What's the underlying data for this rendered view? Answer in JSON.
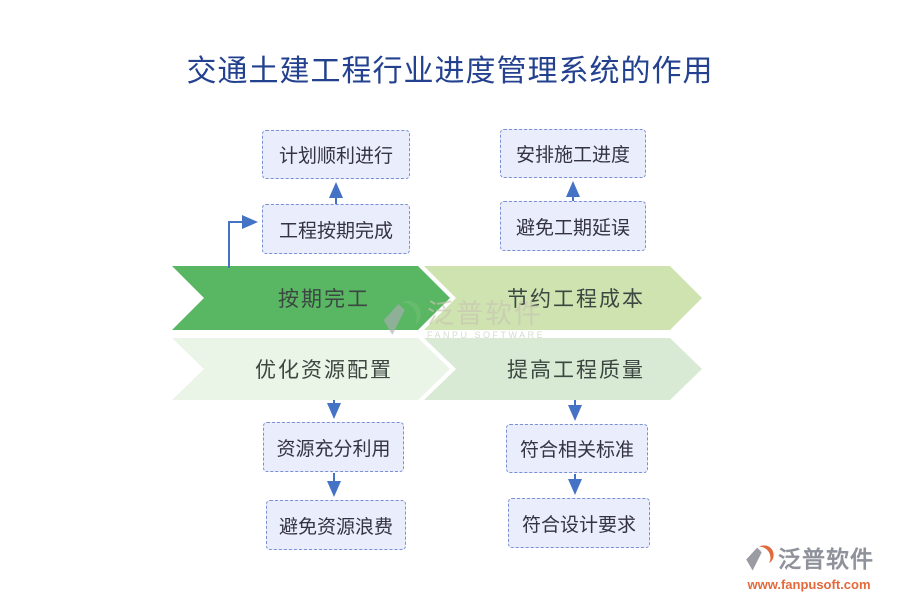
{
  "title": "交通土建工程行业进度管理系统的作用",
  "flow": {
    "top_left": {
      "box1": "计划顺利进行",
      "box2": "工程按期完成"
    },
    "top_right": {
      "box1": "安排施工进度",
      "box2": "避免工期延误"
    },
    "bottom_left": {
      "box1": "资源充分利用",
      "box2": "避免资源浪费"
    },
    "bottom_right": {
      "box1": "符合相关标准",
      "box2": "符合设计要求"
    }
  },
  "chevrons": {
    "on_time": {
      "label": "按期完工",
      "color": "#59b663"
    },
    "save_cost": {
      "label": "节约工程成本",
      "color": "#cee3b0"
    },
    "optimize_resource": {
      "label": "优化资源配置",
      "color": "#eaf4e7"
    },
    "improve_quality": {
      "label": "提高工程质量",
      "color": "#d8ead3"
    }
  },
  "watermark_center": {
    "brand": "泛普软件",
    "brand_en": "FANPU SOFTWARE"
  },
  "watermark_corner": {
    "brand": "泛普软件",
    "website": "www.fanpusoft.com"
  },
  "colors": {
    "title_text": "#23418f",
    "box_fill": "#eaedfb",
    "box_border": "#7b8fd6",
    "box_text": "#333344",
    "arrow": "#4472c4",
    "chevron_text": "#3c4742",
    "watermark_url": "#e4693b"
  }
}
